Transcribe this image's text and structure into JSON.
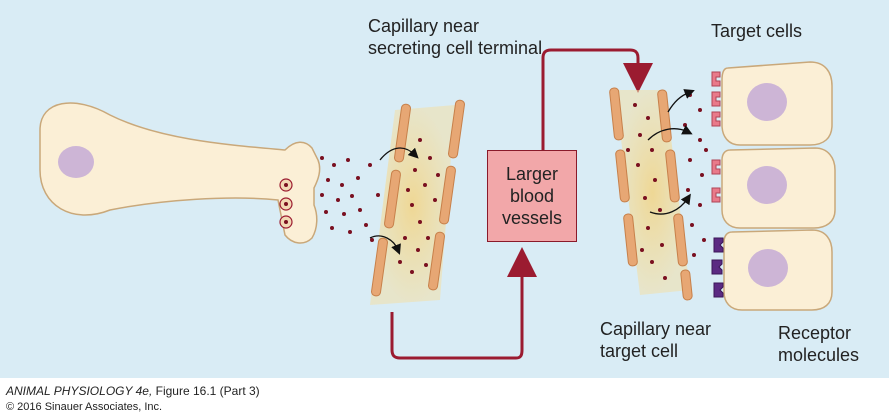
{
  "labels": {
    "capillary_secreting": "Capillary near secreting cell terminal",
    "larger_vessels": "Larger blood vessels",
    "capillary_target": "Capillary near target cell",
    "target_cells": "Target cells",
    "receptor_molecules": "Receptor molecules"
  },
  "caption": {
    "book": "ANIMAL PHYSIOLOGY 4e,",
    "figure": " Figure 16.1 (Part 3)",
    "copyright": "© 2016 Sinauer Associates, Inc."
  },
  "colors": {
    "background": "#d9ecf5",
    "cell_fill": "#fbefd6",
    "nucleus": "#cdb5d6",
    "capillary_wall": "#e7a774",
    "hormone_dot": "#7a1020",
    "pathway_arrow": "#9b1b30",
    "receptor_pink": "#e97a8a",
    "receptor_purple": "#5b2a82"
  }
}
